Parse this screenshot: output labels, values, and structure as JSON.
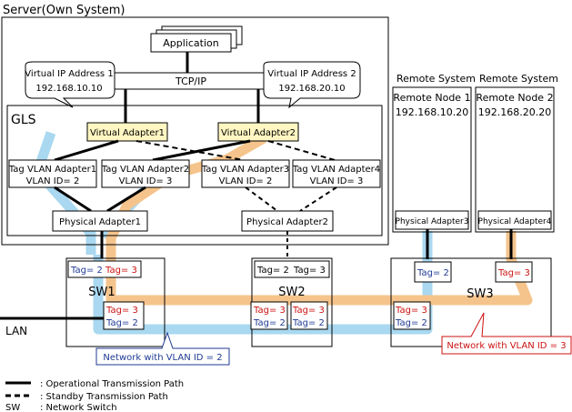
{
  "server": {
    "title": "Server(Own System)",
    "application": "Application",
    "tcpip": "TCP/IP",
    "gls": "GLS",
    "vip1": [
      "Virtual IP Address 1",
      "192.168.10.10"
    ],
    "vip2": [
      "Virtual IP Address 2",
      "192.168.20.10"
    ],
    "virtual_adapter1": "Virtual Adapter1",
    "virtual_adapter2": "Virtual Adapter2",
    "tag_adapters": [
      [
        "Tag VLAN Adapter1",
        "VLAN ID= 2"
      ],
      [
        "Tag VLAN Adapter2",
        "VLAN ID= 3"
      ],
      [
        "Tag VLAN Adapter3",
        "VLAN ID= 2"
      ],
      [
        "Tag VLAN Adapter4",
        "VLAN ID= 3"
      ]
    ],
    "physical_adapter1": "Physical Adapter1",
    "physical_adapter2": "Physical Adapter2"
  },
  "remote": {
    "system1_title": "Remote System",
    "system2_title": "Remote System",
    "node1": [
      "Remote Node 1",
      "192.168.10.20"
    ],
    "node2": [
      "Remote Node 2",
      "192.168.20.20"
    ],
    "physical_adapter3": "Physical Adapter3",
    "physical_adapter4": "Physical Adapter4"
  },
  "switches": {
    "sw1": "SW1",
    "sw2": "SW2",
    "sw3": "SW3",
    "sw1_tags_top": [
      "Tag= 2",
      "Tag= 3"
    ],
    "sw1_tags_port": [
      "Tag= 3",
      "Tag= 2"
    ],
    "sw2_tags_top": [
      "Tag= 2",
      "Tag= 3"
    ],
    "sw2_left_port": [
      "Tag= 3",
      "Tag= 2"
    ],
    "sw2_right_port": [
      "Tag= 3",
      "Tag= 2"
    ],
    "sw3_left_port": [
      "Tag= 3",
      "Tag= 2"
    ],
    "sw3_node1_port": "Tag= 2",
    "sw3_node2_port": "Tag= 3"
  },
  "lan": "LAN",
  "callouts": {
    "vlan2": "Network with VLAN ID = 2",
    "vlan3": "Network with VLAN ID = 3"
  },
  "legend": {
    "operational": ": Operational Transmission Path",
    "standby": ": Standby Transmission Path",
    "sw_abbr": "SW",
    "sw_desc": ": Network Switch"
  },
  "colors": {
    "vlan2_path": "#a9d8f0",
    "vlan3_path": "#f5c48c",
    "virtual_adapter_fill": "#fff6c2",
    "tag2_text": "#1f3a93",
    "tag3_text": "#cc1111",
    "vlan2_callout_text": "#1f3a93",
    "vlan3_callout_text": "#cc1111"
  }
}
